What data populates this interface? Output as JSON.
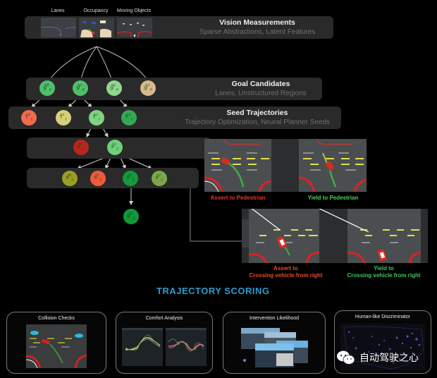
{
  "vision": {
    "title": "Vision Measurements",
    "subtitle": "Sparse Abstractions, Latent Features",
    "thumbnails": [
      {
        "label": "Lanes"
      },
      {
        "label": "Occupancy"
      },
      {
        "label": "Moving Objects"
      }
    ]
  },
  "goals": {
    "title": "Goal Candidates",
    "subtitle": "Lanes, Unstructured Regions",
    "nodes": [
      {
        "symbol": "ĝ",
        "sup": "0",
        "sub": "0",
        "color": "#4fbf6a"
      },
      {
        "symbol": "ĝ",
        "sup": "1",
        "sub": "0",
        "color": "#4fbf6a"
      },
      {
        "symbol": "ĝ",
        "sup": "2",
        "sub": "0",
        "color": "#8fd88f"
      },
      {
        "symbol": "ĝ",
        "sup": "3",
        "sub": "0",
        "color": "#d9b98a"
      }
    ]
  },
  "seeds": {
    "title": "Seed Trajectories",
    "subtitle": "Trajectory Optimization, Neural Planner Seeds",
    "nodes": [
      {
        "symbol": "τ̂",
        "sup": "0",
        "sub": "1",
        "color": "#f26b4d"
      },
      {
        "symbol": "τ̂",
        "sup": "1",
        "sub": "1",
        "color": "#d8d07a"
      },
      {
        "symbol": "τ̂",
        "sup": "2",
        "sub": "1",
        "color": "#7fd383"
      },
      {
        "symbol": "τ̂",
        "sup": "3",
        "sub": "1",
        "color": "#33a852"
      }
    ]
  },
  "level2": {
    "nodes": [
      {
        "symbol": "ŝ",
        "sup": "0",
        "sub": "2",
        "color": "#b8261e"
      },
      {
        "symbol": "ŝ",
        "sup": "1",
        "sub": "2",
        "color": "#6fcf7a"
      }
    ]
  },
  "level3": {
    "nodes": [
      {
        "symbol": "ŝ",
        "sup": "0",
        "sub": "3",
        "color": "#9a9e22"
      },
      {
        "symbol": "ŝ",
        "sup": "1",
        "sub": "3",
        "color": "#f25a3a"
      },
      {
        "symbol": "ŝ",
        "sup": "2",
        "sub": "3",
        "color": "#129a3c"
      },
      {
        "symbol": "ŝ",
        "sup": "2",
        "sub": "3",
        "color": "#7aa84a"
      }
    ]
  },
  "level4": {
    "nodes": [
      {
        "symbol": "ĝ",
        "sup": "0",
        "sub": "4",
        "color": "#0f9a3c"
      }
    ]
  },
  "pedestrian_scenes": {
    "assert_caption": "Assert to Pedestrian",
    "yield_caption": "Yield to Pedestrian",
    "assert_color": "#e8352a",
    "yield_color": "#4fd05a"
  },
  "crossing_scenes": {
    "assert_caption_line1": "Assert to",
    "assert_caption_line2": "Crossing vehicle from right",
    "yield_caption_line1": "Yield to",
    "yield_caption_line2": "Crossing vehicle from right"
  },
  "scoring": {
    "title": "TRAJECTORY SCORING",
    "accent_color": "#2e9bd0",
    "cards": [
      {
        "title": "Collision Checks"
      },
      {
        "title": "Comfort Analysis"
      },
      {
        "title": "Intervention Likelihood"
      },
      {
        "title": "Human-like Discriminator"
      }
    ]
  },
  "watermark": {
    "text": "自动驾驶之心",
    "icon": "wechat-icon"
  }
}
